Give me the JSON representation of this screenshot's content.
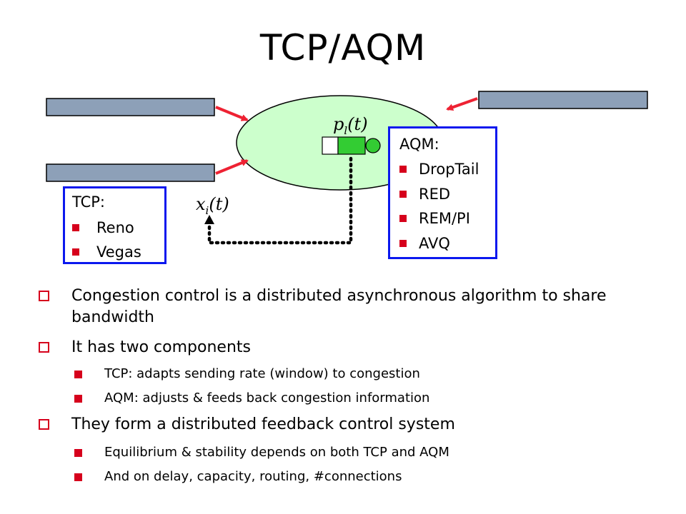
{
  "title": "TCP/AQM",
  "diagram": {
    "link_label_var": "p",
    "link_label_sub": "l",
    "link_label_arg": "(t)",
    "source_label_var": "x",
    "source_label_sub": "i",
    "source_label_arg": "(t)",
    "aqm_box": {
      "heading": "AQM:",
      "items": [
        "DropTail",
        "RED",
        "REM/PI",
        "AVQ"
      ]
    },
    "tcp_box": {
      "heading": "TCP:",
      "items": [
        "Reno",
        "Vegas"
      ]
    },
    "colors": {
      "router_fill": "#ccffcc",
      "box_border": "#0b18ee",
      "arrow": "#ee2233",
      "host_fill": "#8da0b8",
      "bullet": "#d6001c"
    }
  },
  "bullets": [
    {
      "level": 1,
      "text": "Congestion control is a distributed asynchronous algorithm to share bandwidth"
    },
    {
      "level": 1,
      "text": "It has two components"
    },
    {
      "level": 2,
      "text": "TCP: adapts sending rate (window) to congestion"
    },
    {
      "level": 2,
      "text": "AQM: adjusts & feeds back congestion information"
    },
    {
      "level": 1,
      "text": "They form a distributed feedback control system"
    },
    {
      "level": 2,
      "text": "Equilibrium & stability depends on both TCP and AQM"
    },
    {
      "level": 2,
      "text": "And on delay, capacity, routing, #connections"
    }
  ]
}
